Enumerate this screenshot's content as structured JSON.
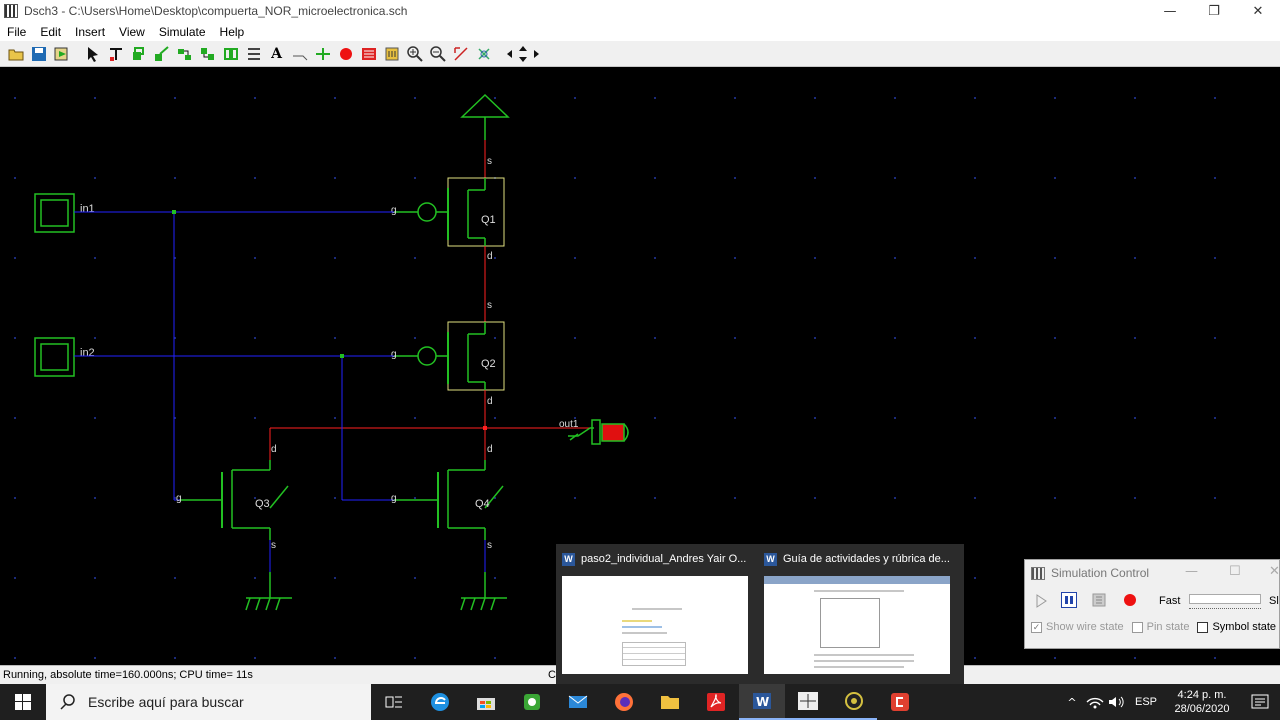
{
  "window": {
    "title": "Dsch3 - C:\\Users\\Home\\Desktop\\compuerta_NOR_microelectronica.sch",
    "min_icon": "—",
    "max_icon": "❐",
    "close_icon": "✕"
  },
  "menu": [
    "File",
    "Edit",
    "Insert",
    "View",
    "Simulate",
    "Help"
  ],
  "toolbar": {
    "icons": [
      "open-icon",
      "save-icon",
      "pointer-icon",
      "wire-icon",
      "nmos-icon",
      "pmos-icon",
      "text-icon",
      "zoom-in-icon",
      "zoom-out-icon",
      "fit-icon",
      "arrows-icon"
    ]
  },
  "schematic": {
    "inputs": [
      "in1",
      "in2"
    ],
    "output": "out1",
    "transistors": [
      "Q1",
      "Q2",
      "Q3",
      "Q4"
    ],
    "pin_labels": {
      "source": "s",
      "drain": "d",
      "gate": "g"
    },
    "colors": {
      "signal": "#2222ff",
      "output": "#ff2020",
      "symbol": "#22c022",
      "pmos_body": "#e0e080"
    }
  },
  "status": "Running, absolute time=160.000ns; CPU time= 11s",
  "status_clip": "C",
  "taskbar_previews": [
    {
      "title": "paso2_individual_Andres Yair O..."
    },
    {
      "title": "Guía de actividades y rúbrica de..."
    }
  ],
  "simulation_control": {
    "title": "Simulation Control",
    "fast_label": "Fast",
    "slow_label_clip": "Sl",
    "show_wire_state": "Show wire state",
    "pin_state": "Pin state",
    "symbol_state": "Symbol state",
    "show_wire_state_checked": true,
    "pin_state_checked": false,
    "symbol_state_checked": false
  },
  "taskbar": {
    "search_placeholder": "Escribe aquí para buscar",
    "language": "ESP",
    "time": "4:24 p. m.",
    "date": "28/06/2020"
  }
}
